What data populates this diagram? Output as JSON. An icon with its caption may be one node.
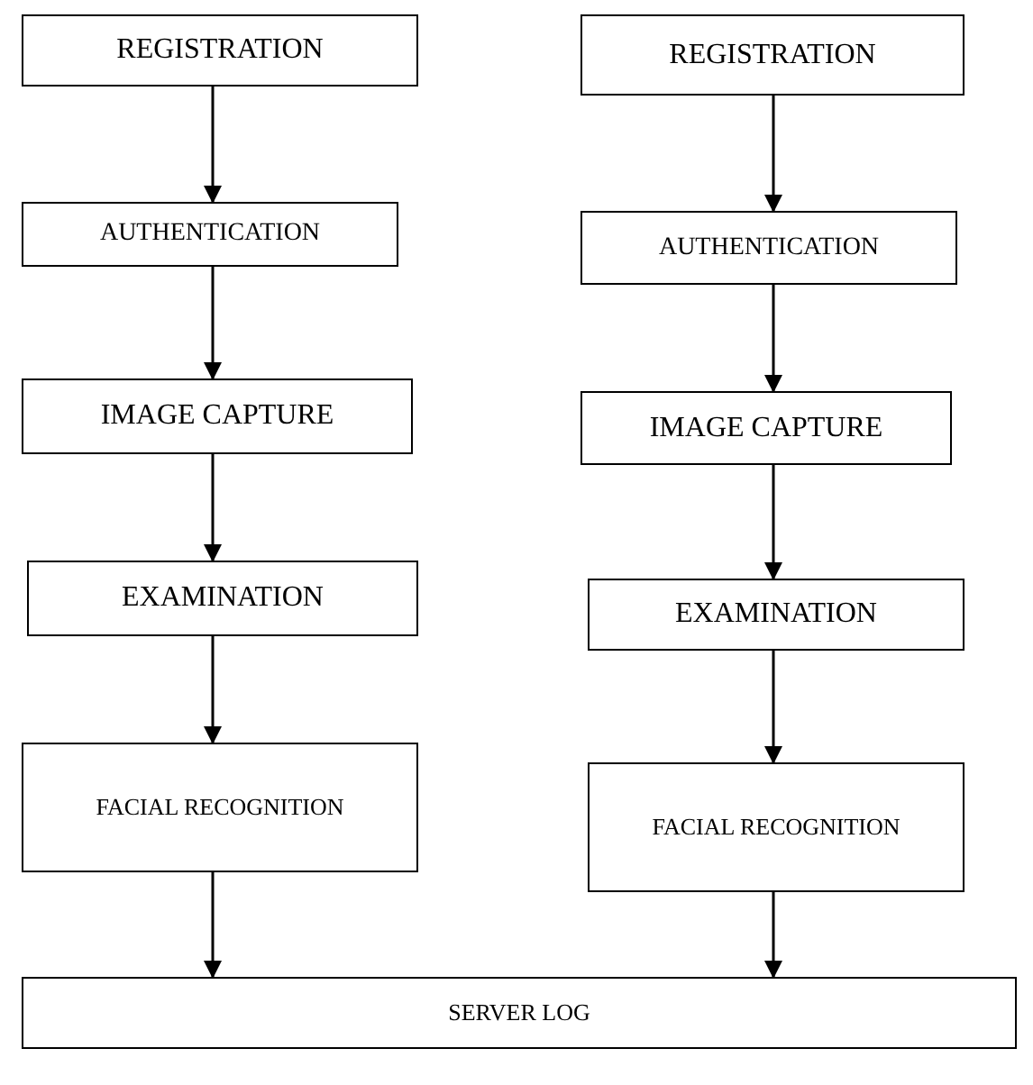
{
  "diagram": {
    "nodes": [
      {
        "text": [
          "REGISTRATION"
        ]
      },
      {
        "text": [
          "AUTHENTICATION"
        ]
      },
      {
        "text": [
          "IMAGE CAPTURE"
        ]
      },
      {
        "text": [
          "EXAMINATION"
        ]
      },
      {
        "text": [
          "FACIAL RECOGNITION"
        ]
      },
      {
        "text": [
          "REGISTRATION"
        ]
      },
      {
        "text": [
          "AUTHENTICATION"
        ]
      },
      {
        "text": [
          "IMAGE CAPTURE"
        ]
      },
      {
        "text": [
          "EXAMINATION"
        ]
      },
      {
        "text": [
          "FACIAL RECOGNITION"
        ]
      },
      {
        "text": [
          "SERVER LOG"
        ]
      }
    ],
    "edges": [
      {
        "from": 0,
        "to": 1,
        "arrow": "to"
      },
      {
        "from": 1,
        "to": 2,
        "arrow": "to"
      },
      {
        "from": 2,
        "to": 3,
        "arrow": "to"
      },
      {
        "from": 3,
        "to": 4,
        "arrow": "to"
      },
      {
        "from": 5,
        "to": 6,
        "arrow": "to"
      },
      {
        "from": 6,
        "to": 7,
        "arrow": "to"
      },
      {
        "from": 7,
        "to": 8,
        "arrow": "to"
      },
      {
        "from": 8,
        "to": 9,
        "arrow": "to"
      },
      {
        "from": 4,
        "to": 10,
        "arrow": "to"
      },
      {
        "from": 9,
        "to": 10,
        "arrow": "to"
      }
    ]
  }
}
